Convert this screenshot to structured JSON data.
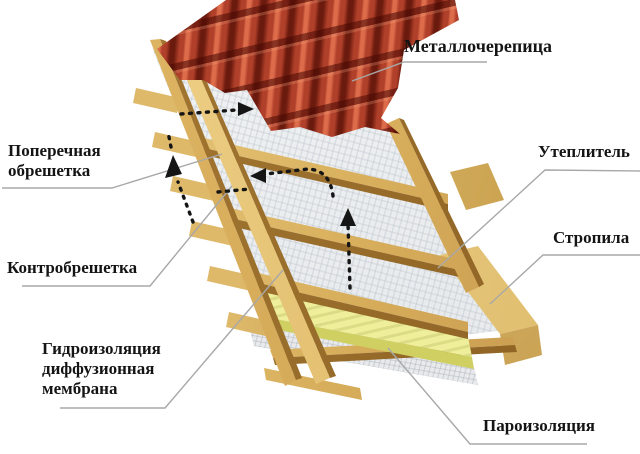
{
  "labels": {
    "metal_tile": "Металлочерепица",
    "cross_lathing": "Поперечная\nобрешетка",
    "insulation": "Утеплитель",
    "counter_lathing": "Контробрешетка",
    "hydro_membrane": "Гидроизоляция\nдиффузионная\nмембрана",
    "rafters": "Стропила",
    "vapor_barrier": "Пароизоляция"
  },
  "layers_depicted": [
    "metal-roof-tiles",
    "transverse-lathing-battens",
    "counter-lathing-rails",
    "waterproofing-diffusion-membrane",
    "insulation",
    "vapor-barrier",
    "rafters"
  ],
  "icons": {
    "airflow_arrow": "dotted-black-arrow"
  },
  "colors": {
    "background": "#ffffff",
    "tile_red": "#b0402a",
    "tile_red_dark": "#6b1a0e",
    "wood_light": "#f0d58e",
    "wood_dark": "#8a5f22",
    "insulation_yellow": "#efef9b",
    "membrane_white": "#edeff1",
    "arrow_black": "#151515",
    "leader_gray": "#a8a8a8",
    "label_black": "#141414"
  }
}
